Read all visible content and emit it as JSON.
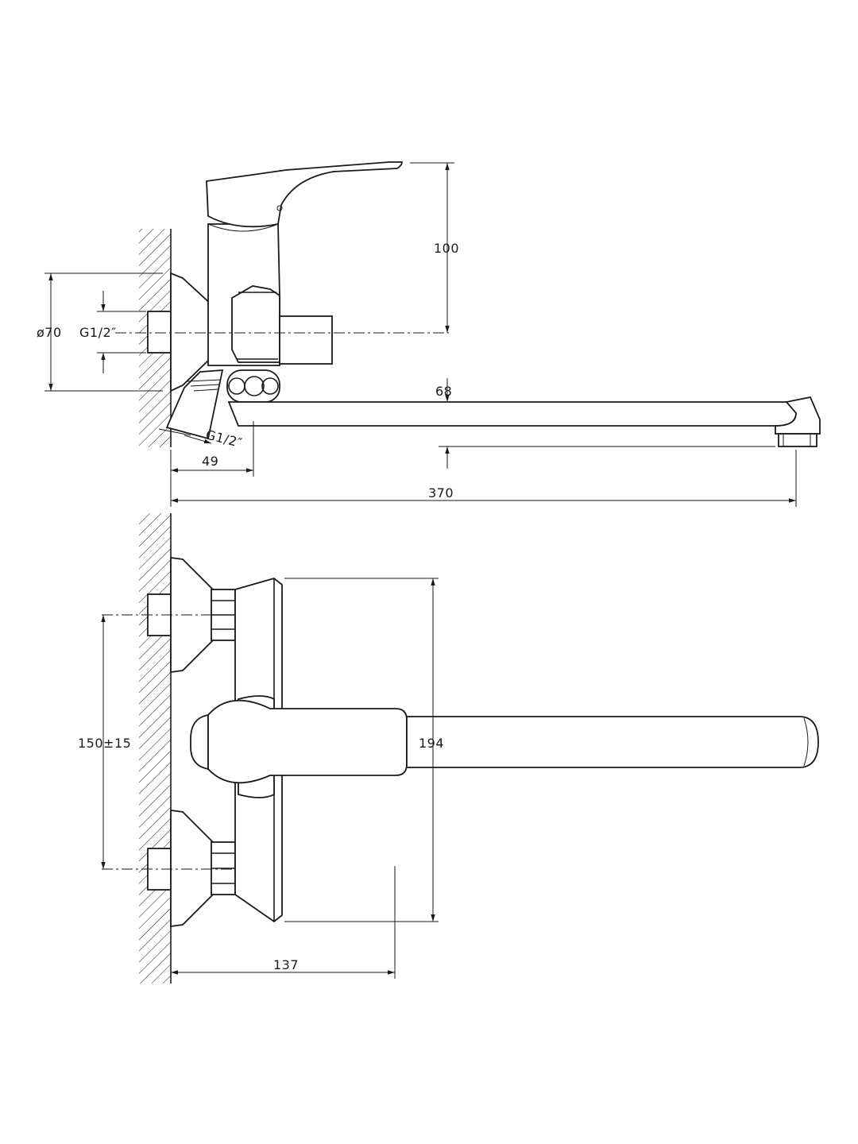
{
  "side_view": {
    "height_label": "100",
    "flange_diameter_label": "ø70",
    "inlet_thread_label": "G1/2″",
    "outlet_thread_label": "G1/2″",
    "spout_height_label": "68",
    "offset_label": "49",
    "spout_length_label": "370"
  },
  "top_view": {
    "inlet_spacing_label": "150±15",
    "body_width_label": "194",
    "depth_label": "137"
  }
}
